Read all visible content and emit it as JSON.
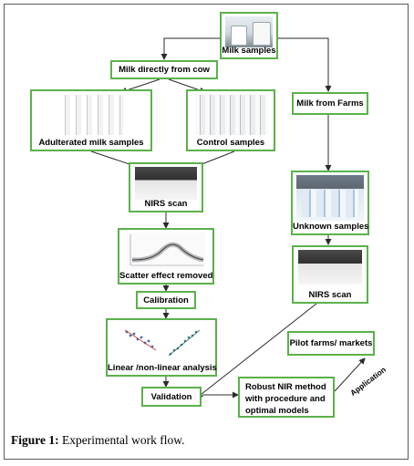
{
  "diagram": {
    "nodes": {
      "milk_samples": "Milk samples",
      "milk_directly": "Milk directly from cow",
      "milk_farms": "Milk from Farms",
      "adulterated": "Adulterated milk samples",
      "control": "Control samples",
      "nirs_scan_left": "NIRS scan",
      "unknown": "Unknown samples",
      "nirs_scan_right": "NIRS scan",
      "scatter": "Scatter effect removed",
      "calibration": "Calibration",
      "linear": "Linear /non-linear analysis",
      "validation": "Validation",
      "robust_line1": "Robust NIR method",
      "robust_line2": "with procedure and",
      "robust_line3": "optimal models",
      "pilot": "Pilot farms/ markets"
    },
    "edge_labels": {
      "application": "Application"
    }
  },
  "caption": {
    "prefix": "Figure 1:",
    "text": " Experimental work flow."
  },
  "colors": {
    "box_border": "#5bb14a",
    "frame": "#5a5a5a",
    "arrow": "#2b2b2b"
  }
}
